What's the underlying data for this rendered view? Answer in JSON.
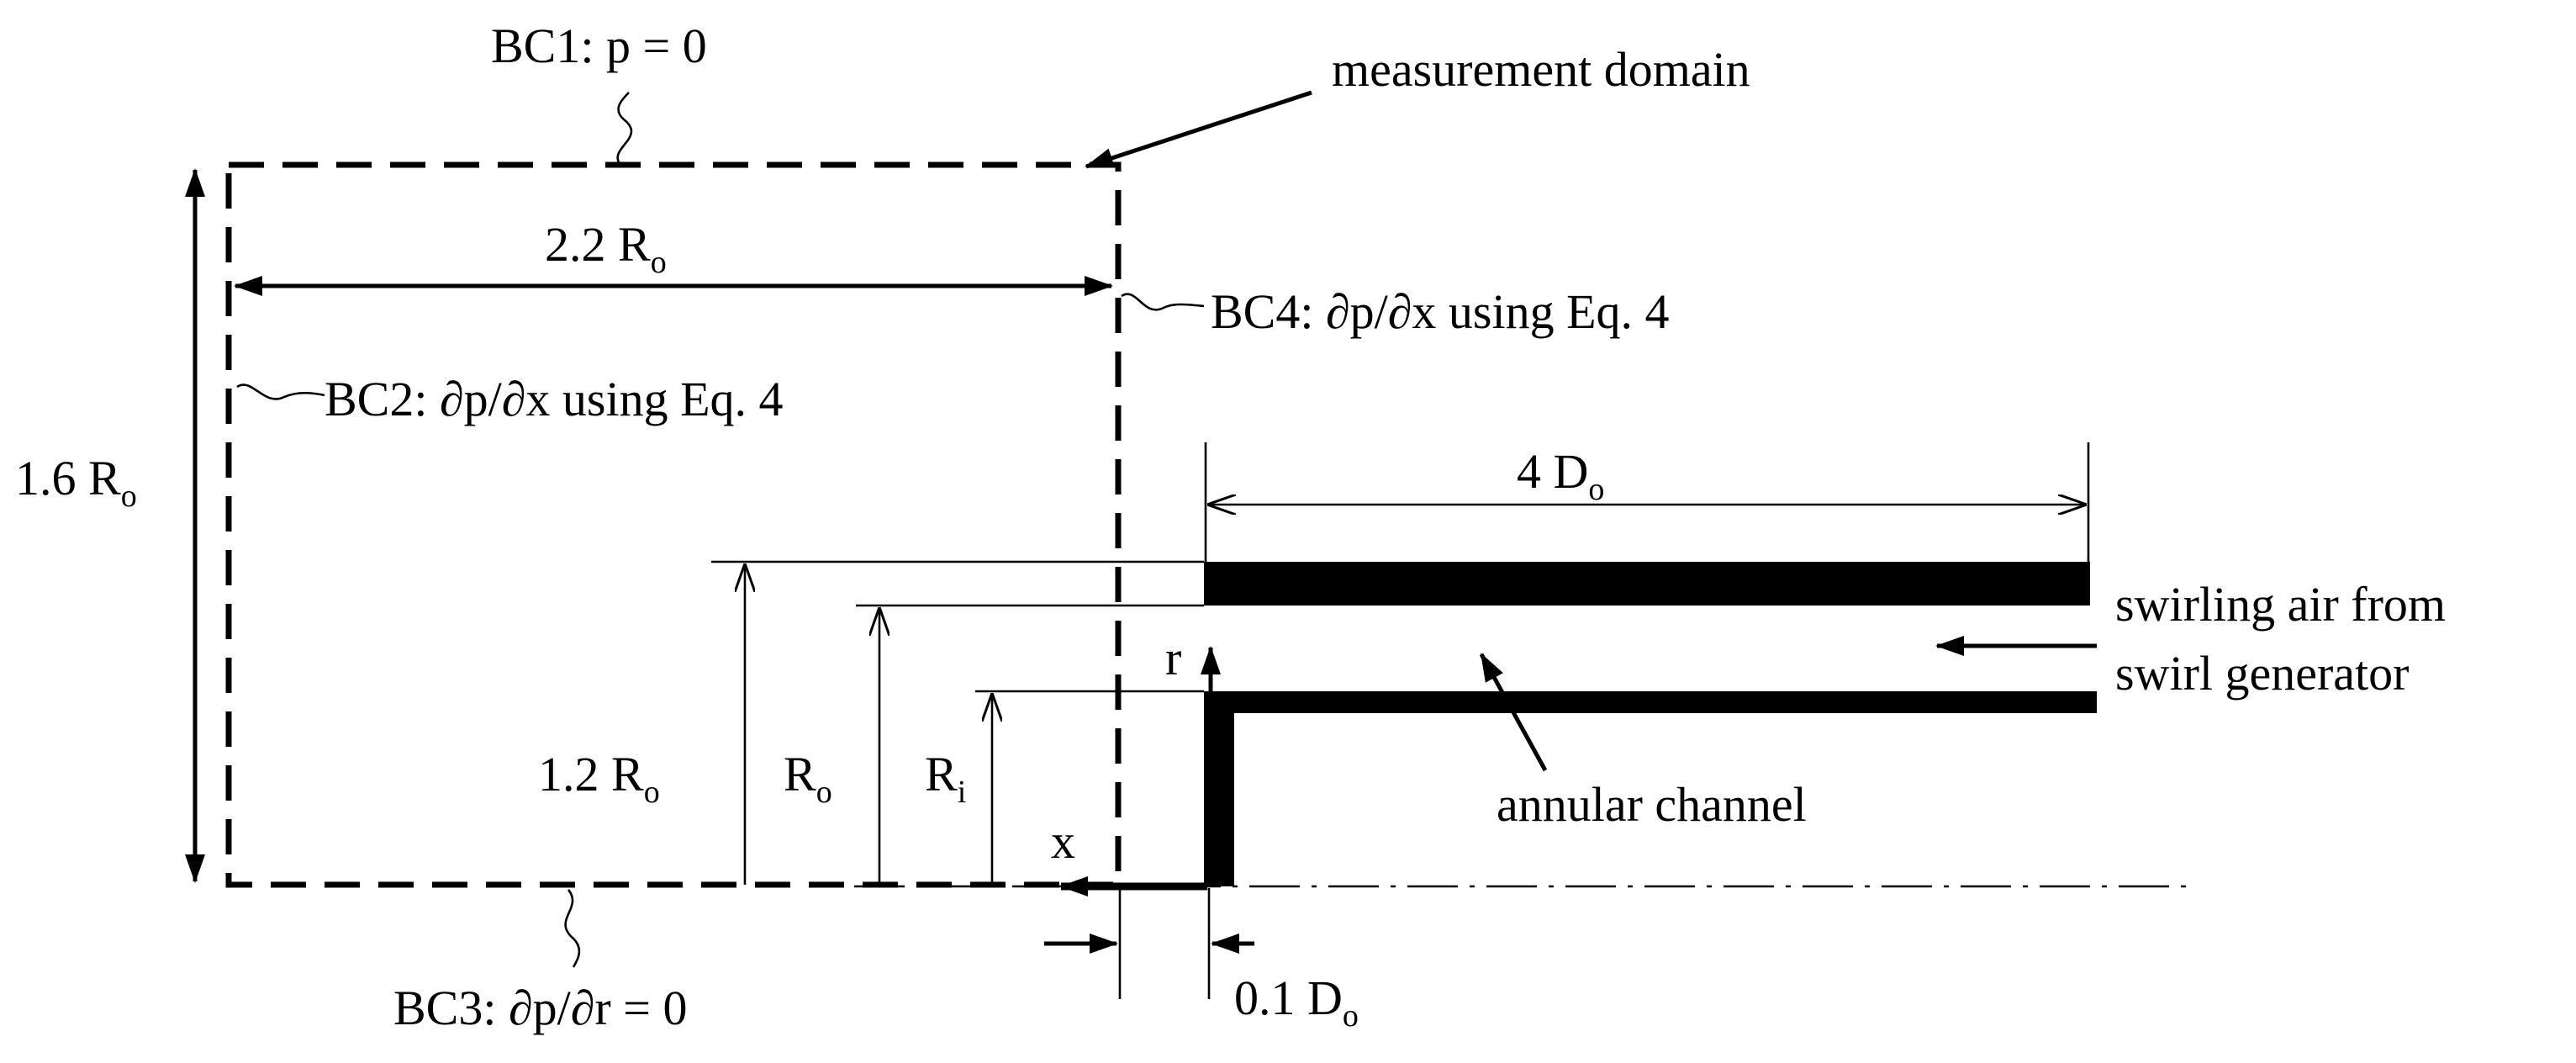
{
  "labels": {
    "bc1": "BC1: p = 0",
    "measurement_domain": "measurement domain",
    "width_dim": "2.2 R",
    "width_dim_sub": "o",
    "bc4": "BC4: ∂p/∂x using Eq. 4",
    "bc2": "BC2: ∂p/∂x using Eq. 4",
    "height_dim": "1.6 R",
    "height_dim_sub": "o",
    "length_dim": "4 D",
    "length_dim_sub": "o",
    "swirl_line1": "swirling air from",
    "swirl_line2": "swirl generator",
    "r_axis": "r",
    "outer_dim": "1.2 R",
    "outer_dim_sub": "o",
    "ro": "R",
    "ro_sub": "o",
    "ri": "R",
    "ri_sub": "i",
    "annular_channel": "annular channel",
    "x_axis": "x",
    "bc3": "BC3: ∂p/∂r = 0",
    "gap_dim": "0.1 D",
    "gap_dim_sub": "o"
  }
}
